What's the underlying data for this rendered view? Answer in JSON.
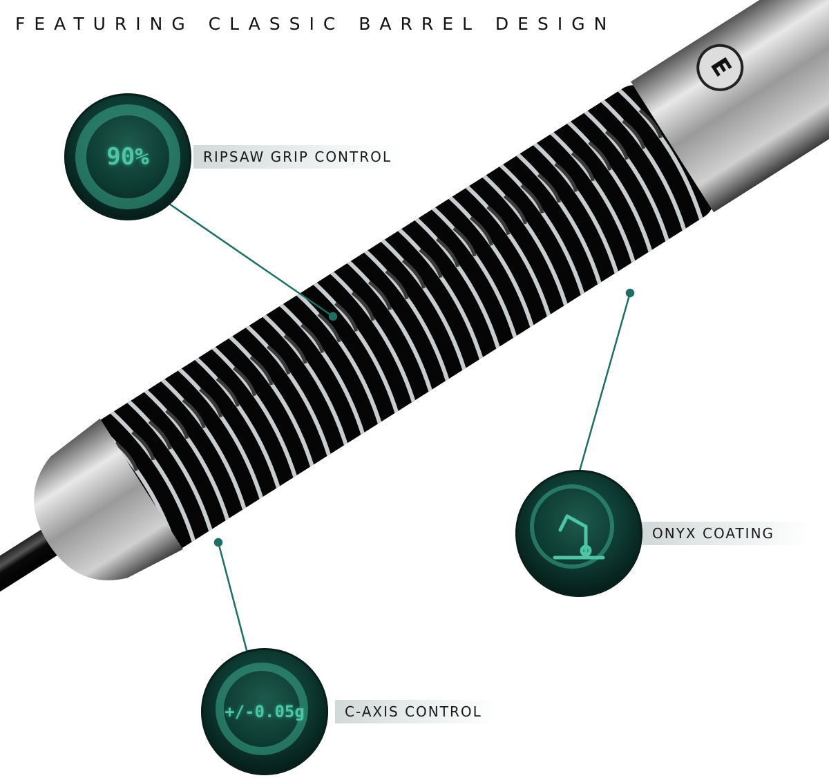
{
  "title": "FEATURING CLASSIC BARREL DESIGN",
  "features": [
    {
      "label": "RIPSAW GRIP CONTROL",
      "badge_text": "90%",
      "badge_icon": "percentage-gauge-icon"
    },
    {
      "label": "ONYX COATING",
      "badge_text": "",
      "badge_icon": "robot-arm-icon"
    },
    {
      "label": "C-AXIS CONTROL",
      "badge_text": "+/-0.05g",
      "badge_icon": "weight-tolerance-icon"
    }
  ],
  "colors": {
    "accent": "#1f6e66",
    "badge_glow": "#4fc5a6"
  }
}
